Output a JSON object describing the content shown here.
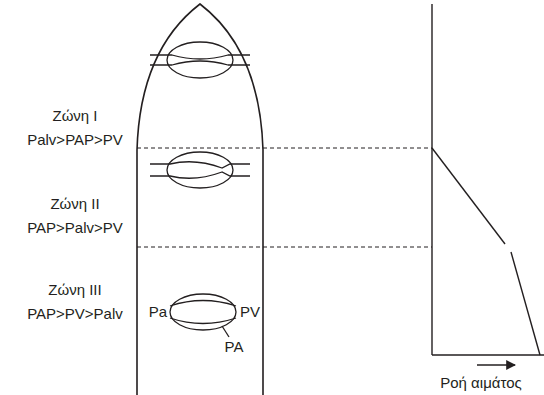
{
  "diagram": {
    "labels": [
      "Ζώνη I",
      "Palv>PAP>PV",
      "Ζώνη II",
      "PAP>Palv>PV",
      "Ζώνη III",
      "PAP>PV>Palv",
      "Pa",
      "PV",
      "PA",
      "Ροή αιμάτος"
    ]
  }
}
